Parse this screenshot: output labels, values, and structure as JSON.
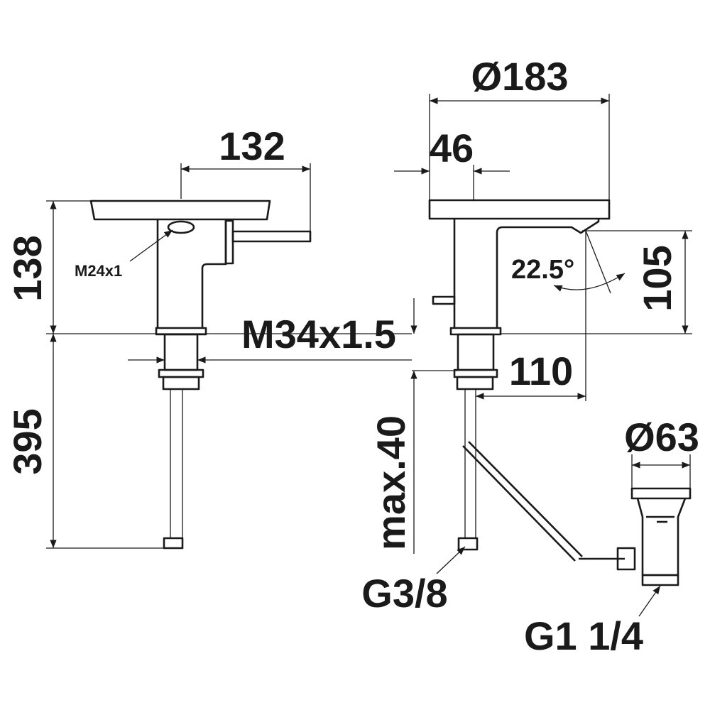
{
  "title": "Basin mixer dimension drawing",
  "colors": {
    "line": "#1a1a1a",
    "background": "#ffffff"
  },
  "dimensions": {
    "spout_reach": "132",
    "height": "138",
    "hose_length": "395",
    "aerator_thread": "M24x1",
    "mount_thread": "M34x1.5",
    "plate_diameter": "Ø183",
    "lever_offset": "46",
    "spout_height": "105",
    "lever_angle": "22.5°",
    "spout_projection": "110",
    "max_thickness": "max.40",
    "waste_diameter": "Ø63",
    "hose_connection": "G3/8",
    "waste_thread": "G1 1/4"
  }
}
